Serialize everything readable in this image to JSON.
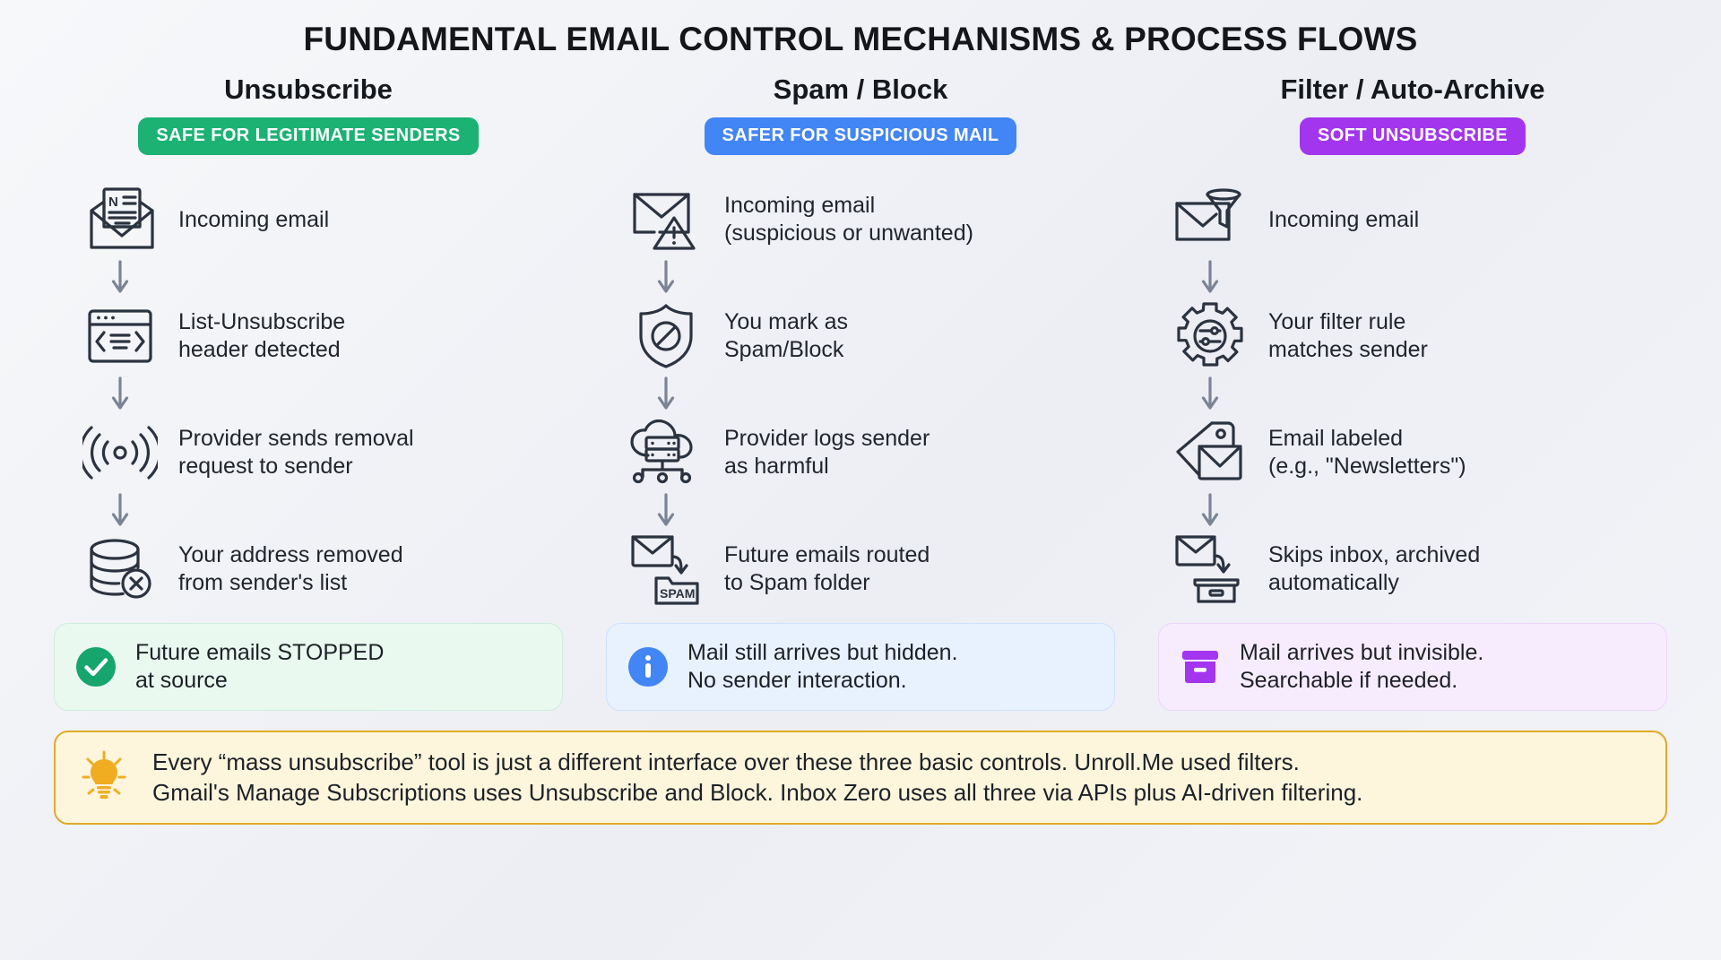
{
  "title": "FUNDAMENTAL EMAIL CONTROL MECHANISMS & PROCESS FLOWS",
  "colors": {
    "green": "#1bb273",
    "blue": "#4285f4",
    "purple": "#a335ef",
    "amber": "#e0a92a",
    "ink": "#2b3340",
    "background": "#f1f2f6"
  },
  "columns": [
    {
      "heading": "Unsubscribe",
      "badge": "SAFE FOR LEGITIMATE SENDERS",
      "badge_color": "#1bb273",
      "steps": [
        {
          "icon": "newsletter-envelope-icon",
          "text": "Incoming email"
        },
        {
          "icon": "code-header-window-icon",
          "text": "List-Unsubscribe\nheader detected"
        },
        {
          "icon": "broadcast-signal-icon",
          "text": "Provider sends removal\nrequest to sender"
        },
        {
          "icon": "database-remove-icon",
          "text": "Your address removed\nfrom sender's list"
        }
      ],
      "outcome": {
        "icon": "check-circle-icon",
        "icon_color": "#16a56d",
        "text": "Future emails STOPPED\nat source"
      }
    },
    {
      "heading": "Spam / Block",
      "badge": "SAFER FOR SUSPICIOUS MAIL",
      "badge_color": "#4285f4",
      "steps": [
        {
          "icon": "envelope-warning-icon",
          "text": "Incoming email\n(suspicious or unwanted)"
        },
        {
          "icon": "shield-block-icon",
          "text": "You mark as\nSpam/Block"
        },
        {
          "icon": "cloud-server-icon",
          "text": "Provider logs sender\nas harmful"
        },
        {
          "icon": "envelope-to-spam-folder-icon",
          "text": "Future emails routed\nto Spam folder"
        }
      ],
      "outcome": {
        "icon": "info-circle-icon",
        "icon_color": "#4285f4",
        "text": "Mail still arrives but hidden.\nNo sender interaction."
      }
    },
    {
      "heading": "Filter / Auto-Archive",
      "badge": "SOFT UNSUBSCRIBE",
      "badge_color": "#a335ef",
      "steps": [
        {
          "icon": "envelope-funnel-icon",
          "text": "Incoming email"
        },
        {
          "icon": "gear-sliders-icon",
          "text": "Your filter rule\nmatches sender"
        },
        {
          "icon": "tag-envelope-icon",
          "text": "Email labeled\n(e.g., \"Newsletters\")"
        },
        {
          "icon": "envelope-to-archive-box-icon",
          "text": "Skips inbox, archived\nautomatically"
        }
      ],
      "outcome": {
        "icon": "archive-box-icon",
        "icon_color": "#a335ef",
        "text": "Mail arrives but invisible.\nSearchable if needed."
      }
    }
  ],
  "spam_folder_label": "SPAM",
  "newsletter_initial": "N",
  "footnote": {
    "icon": "lightbulb-icon",
    "text": "Every “mass unsubscribe” tool is just a different interface over these three basic controls. Unroll.Me used filters.\nGmail's Manage Subscriptions uses Unsubscribe and Block. Inbox Zero uses all three via APIs plus AI-driven filtering."
  }
}
